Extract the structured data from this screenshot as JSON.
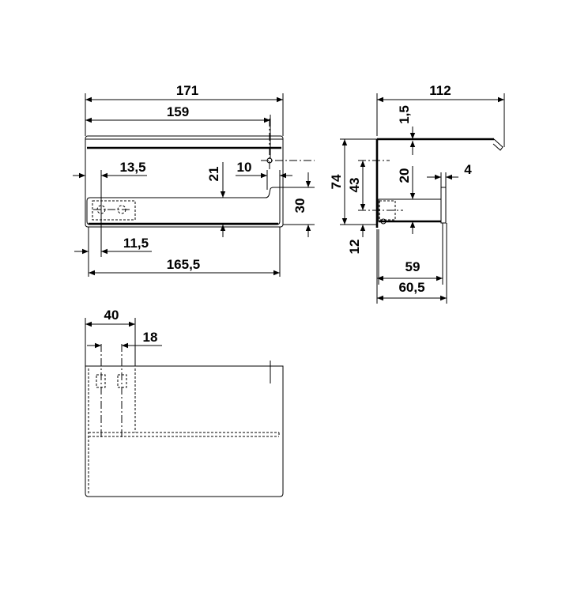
{
  "drawing": {
    "front_view": {
      "width_total": "171",
      "width_top": "159",
      "offset_left": "13,5",
      "offset_bottom_left": "11,5",
      "width_bottom": "165,5",
      "slot_height": "21",
      "slot_right": "10",
      "hook_height": "30"
    },
    "side_view": {
      "depth": "112",
      "thickness": "1,5",
      "height": "74",
      "hole_height": "43",
      "bottom_offset": "12",
      "rod_dia": "20",
      "cap_thickness": "4",
      "rod_length": "59",
      "rod_length_total": "60,5"
    },
    "top_view": {
      "bracket_width": "40",
      "hole_spacing": "18"
    }
  }
}
